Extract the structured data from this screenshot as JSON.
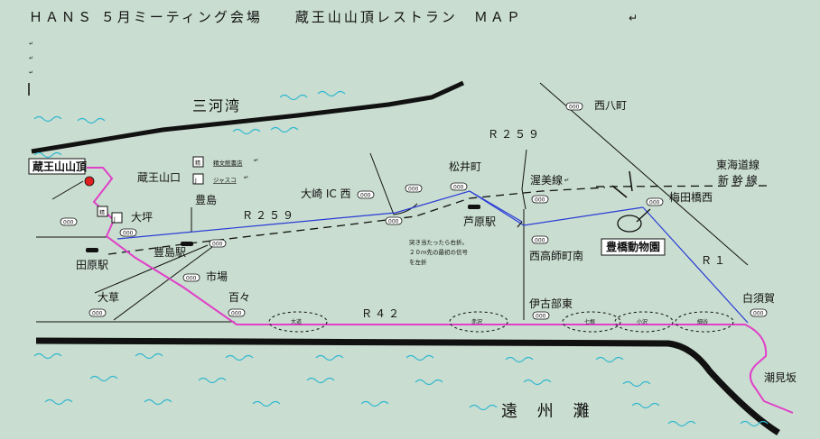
{
  "title": "ＨＡＮＳ ５月ミーティング会場　　蔵王山山頂レストラン　ＭＡＰ",
  "water": {
    "bay": "三河湾",
    "sea": "遠 州 灘"
  },
  "roads": {
    "r259_top": "Ｒ２５９",
    "r259_left": "Ｒ２５９",
    "r42": "Ｒ４２",
    "r1": "Ｒ１"
  },
  "railways": {
    "tokaido_line_1": "東海道線",
    "tokaido_line_2": "新 幹 線",
    "atsumi_line": "渥美線"
  },
  "places": {
    "summit": "蔵王山山頂",
    "zaoyamaguchi": "蔵王山口",
    "oohira": "大坪",
    "tobaraeki": "田原駅",
    "toyoshima": "豊島",
    "toyoshimaeki": "豊島駅",
    "ichiba": "市場",
    "ookusa": "大草",
    "momo": "百々",
    "oosaki_ic": "大崎 IC 西",
    "matsuimachi": "松井町",
    "ashiharaeki": "芦原駅",
    "nishitakashimachi": "西高師町南",
    "ikobe_higashi": "伊古部東",
    "nishihachimachi": "西八町",
    "umedahashi_nishi": "梅田橋西",
    "zoo": "豊橋動物園",
    "shirasuka": "白須賀",
    "shiomizaka": "潮見坂"
  },
  "shops": {
    "bookstore": "精文館書店",
    "jusco": "ジャスコ"
  },
  "shop_icons": {
    "bookstore": "精",
    "jusco": "J"
  },
  "small_marks": {
    "oohira_1": "精",
    "oohira_2": "J"
  },
  "note": [
    "突き当たったら右折。",
    "２０ｍ先の最初の信号",
    "を左折"
  ],
  "villages": [
    "大道",
    "赤沢",
    "七根",
    "小沢",
    "細谷"
  ],
  "signal_mark": "000",
  "return_mark": "↵",
  "colors": {
    "background": "#c9ddd0",
    "route": "#e040c8",
    "blue_road": "#2a3cd6",
    "wave": "#2fb8d0",
    "summit_dot": "#e02020"
  }
}
